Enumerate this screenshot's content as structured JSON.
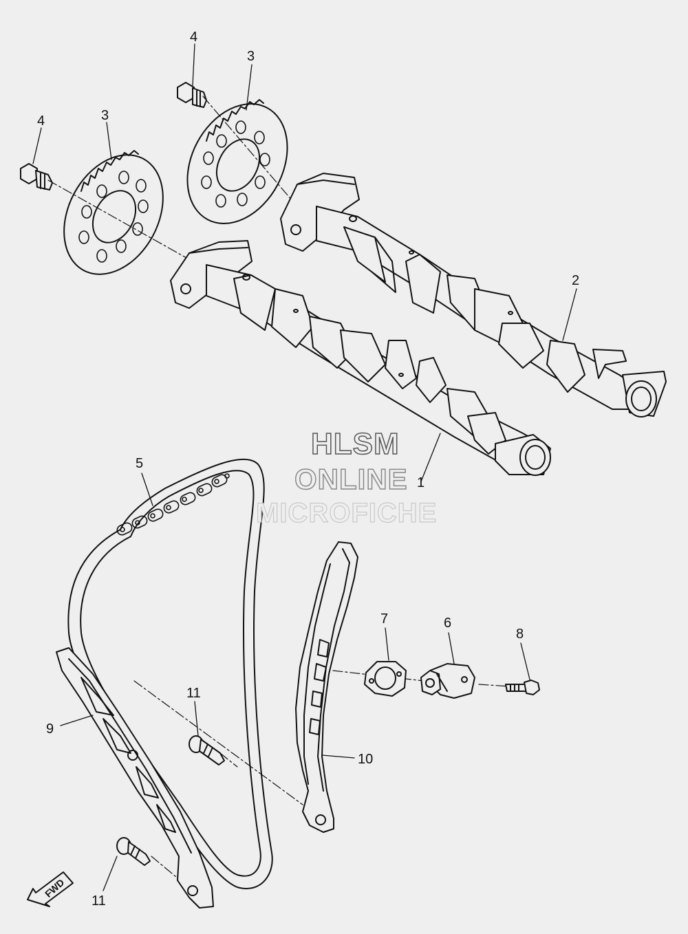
{
  "callouts": [
    {
      "id": "1",
      "text": "1"
    },
    {
      "id": "2",
      "text": "2"
    },
    {
      "id": "3a",
      "text": "3"
    },
    {
      "id": "3b",
      "text": "3"
    },
    {
      "id": "4a",
      "text": "4"
    },
    {
      "id": "4b",
      "text": "4"
    },
    {
      "id": "5",
      "text": "5"
    },
    {
      "id": "6",
      "text": "6"
    },
    {
      "id": "7",
      "text": "7"
    },
    {
      "id": "8",
      "text": "8"
    },
    {
      "id": "9",
      "text": "9"
    },
    {
      "id": "10",
      "text": "10"
    },
    {
      "id": "11a",
      "text": "11"
    },
    {
      "id": "11b",
      "text": "11"
    }
  ],
  "watermark": {
    "line1": "HLSM",
    "line2": "ONLINE",
    "line3": "MICROFICHE"
  },
  "direction_arrow": {
    "label": "FWD",
    "icon": "forward-arrow-icon"
  },
  "colors": {
    "background": "#efefef",
    "line": "#111111"
  }
}
